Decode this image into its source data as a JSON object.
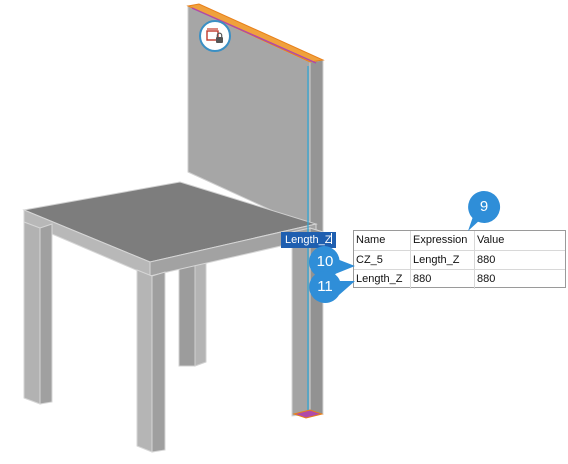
{
  "dimension_label": {
    "text": "Length_Z"
  },
  "parameters_table": {
    "headers": {
      "name": "Name",
      "expression": "Expression",
      "value": "Value"
    },
    "rows": [
      {
        "name": "CZ_5",
        "expression": "Length_Z",
        "value": "880"
      },
      {
        "name": "Length_Z",
        "expression": "880",
        "value": "880"
      }
    ]
  },
  "callouts": {
    "c9": "9",
    "c10": "10",
    "c11": "11"
  },
  "icons": {
    "constraint_badge": "locked-dimension-icon"
  },
  "colors": {
    "callout": "#2f8ed8",
    "selection": "#f08a1e",
    "dimension_highlight": "#1f5fb0",
    "model": "#a8a8a8"
  }
}
